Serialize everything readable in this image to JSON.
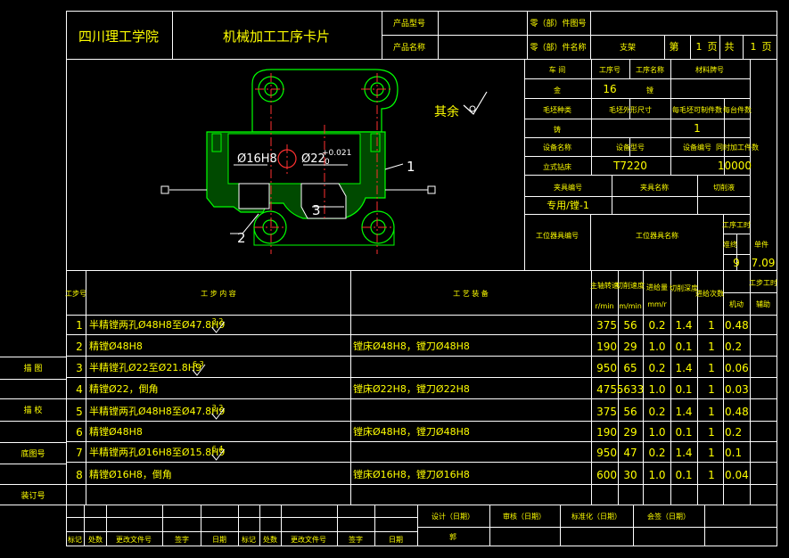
{
  "header": {
    "school": "四川理工学院",
    "card_title": "机械加工工序卡片",
    "product_model_label": "产品型号",
    "product_name_label": "产品名称",
    "part_number_label": "零（部）件图号",
    "part_name_label": "零（部）件名称",
    "part_name": "支架",
    "sheet_label_1": "第",
    "sheet_no": "1",
    "sheet_unit_1": "页",
    "sheet_label_2": "共",
    "sheet_total": "1",
    "sheet_unit_2": "页"
  },
  "info": {
    "workshop_label": "车 间",
    "process_no_label": "工序号",
    "process_name_label": "工序名称",
    "material_label": "材料牌号",
    "workshop": "金",
    "process_no": "16",
    "process_name": "镗",
    "blank_type_label": "毛坯种类",
    "blank_size_label": "毛坯外形尺寸",
    "per_blank_label": "每毛坯可制件数",
    "per_unit_label": "每台件数",
    "blank_type": "铸",
    "per_blank": "1",
    "equip_name_label": "设备名称",
    "equip_model_label": "设备型号",
    "equip_no_label": "设备编号",
    "simul_label": "同时加工件数",
    "equip_name": "立式钻床",
    "equip_model": "T7220",
    "simul_count": "10000",
    "fixture_no_label": "夹具编号",
    "fixture_name_label": "夹具名称",
    "coolant_label": "切削液",
    "fixture_no": "专用/镗-1",
    "station_tool_no_label": "工位器具编号",
    "station_tool_name_label": "工位器具名称",
    "hours_label": "工序工时",
    "hours_std_label": "准终",
    "hours_unit_label": "单件",
    "hours_std": "9",
    "hours_unit": "7.09"
  },
  "drawing": {
    "rest_label": "其余",
    "dim_16h8": "Ø16H8",
    "dim_22": "Ø22",
    "tol_upper": "+0.021",
    "tol_lower": "0",
    "callout_1": "1",
    "callout_2": "2",
    "callout_3": "3"
  },
  "steps_header": {
    "step_no": "工步号",
    "content": "工 步 内 容",
    "equipment": "工 艺 装 备",
    "speed": "主轴转速",
    "speed_unit": "r/min",
    "cut_speed": "切削速度",
    "cut_speed_unit": "m/min",
    "feed": "进给量",
    "feed_unit": "mm/r",
    "depth": "切削深度",
    "passes": "进给次数",
    "hours": "工步工时",
    "hours_machine": "机动",
    "hours_aux": "辅助"
  },
  "steps": [
    {
      "no": "1",
      "content": "半精镗两孔Ø48H8至Ø47.8H9",
      "rough": "3.2",
      "equip": "",
      "speed": "375",
      "cut": "56",
      "feed": "0.2",
      "depth": "1.4",
      "passes": "1",
      "time": "0.48"
    },
    {
      "no": "2",
      "content": "精镗Ø48H8",
      "rough": "",
      "equip": "镗床Ø48H8，镗刀Ø48H8",
      "speed": "190",
      "cut": "29",
      "feed": "1.0",
      "depth": "0.1",
      "passes": "1",
      "time": "0.2"
    },
    {
      "no": "3",
      "content": "半精镗孔Ø22至Ø21.8H9",
      "rough": "6.3",
      "equip": "",
      "speed": "950",
      "cut": "65",
      "feed": "0.2",
      "depth": "1.4",
      "passes": "1",
      "time": "0.06"
    },
    {
      "no": "4",
      "content": "精镗Ø22，倒角",
      "rough": "",
      "equip": "镗床Ø22H8，镗刀Ø22H8",
      "speed": "475",
      "cut": "5633",
      "feed": "1.0",
      "depth": "0.1",
      "passes": "1",
      "time": "0.03"
    },
    {
      "no": "5",
      "content": "半精镗两孔Ø48H8至Ø47.8H9",
      "rough": "3.2",
      "equip": "",
      "speed": "375",
      "cut": "56",
      "feed": "0.2",
      "depth": "1.4",
      "passes": "1",
      "time": "0.48"
    },
    {
      "no": "6",
      "content": "精镗Ø48H8",
      "rough": "",
      "equip": "镗床Ø48H8，镗刀Ø48H8",
      "speed": "190",
      "cut": "29",
      "feed": "1.0",
      "depth": "0.1",
      "passes": "1",
      "time": "0.2"
    },
    {
      "no": "7",
      "content": "半精镗两孔Ø16H8至Ø15.8H9",
      "rough": "6.4",
      "equip": "",
      "speed": "950",
      "cut": "47",
      "feed": "0.2",
      "depth": "1.4",
      "passes": "1",
      "time": "0.1"
    },
    {
      "no": "8",
      "content": "精镗Ø16H8，倒角",
      "rough": "",
      "equip": "镗床Ø16H8，镗刀Ø16H8",
      "speed": "600",
      "cut": "30",
      "feed": "1.0",
      "depth": "0.1",
      "passes": "1",
      "time": "0.04"
    }
  ],
  "side_labels": {
    "draw": "描 图",
    "check": "描 校",
    "base_no": "底图号",
    "binding_no": "装订号"
  },
  "footer": {
    "design": "设计（日期）",
    "review": "审核（日期）",
    "standard": "标准化（日期）",
    "sign": "会签（日期）",
    "design_value": "郭",
    "mark": "标记",
    "count": "处数",
    "doc_no": "更改文件号",
    "signature": "签字",
    "date": "日期"
  }
}
